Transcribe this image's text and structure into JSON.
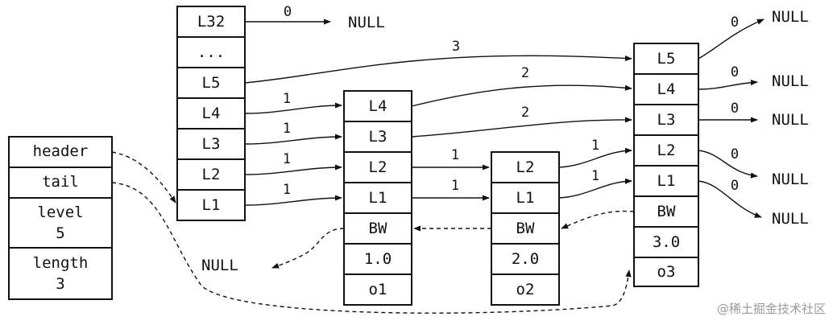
{
  "list_struct": {
    "header": "header",
    "tail": "tail",
    "level_key": "level",
    "level_val": "5",
    "length_key": "length",
    "length_val": "3"
  },
  "header_node": {
    "levels": [
      "L32",
      "...",
      "L5",
      "L4",
      "L3",
      "L2",
      "L1"
    ]
  },
  "node1": {
    "levels": [
      "L4",
      "L3",
      "L2",
      "L1"
    ],
    "backward": "BW",
    "score": "1.0",
    "obj": "o1"
  },
  "node2": {
    "levels": [
      "L2",
      "L1"
    ],
    "backward": "BW",
    "score": "2.0",
    "obj": "o2"
  },
  "node3": {
    "levels": [
      "L5",
      "L4",
      "L3",
      "L2",
      "L1"
    ],
    "backward": "BW",
    "score": "3.0",
    "obj": "o3"
  },
  "null_text": "NULL",
  "spans": {
    "head_l32": "0",
    "head_l5": "3",
    "head_l4": "1",
    "head_l3": "1",
    "head_l2": "1",
    "head_l1": "1",
    "n1_l4": "2",
    "n1_l3": "2",
    "n1_l2": "1",
    "n1_l1": "1",
    "n2_l2": "1",
    "n2_l1": "1",
    "n3_l5": "0",
    "n3_l4": "0",
    "n3_l3": "0",
    "n3_l2": "0",
    "n3_l1": "0"
  },
  "watermark": "@稀土掘金技术社区"
}
